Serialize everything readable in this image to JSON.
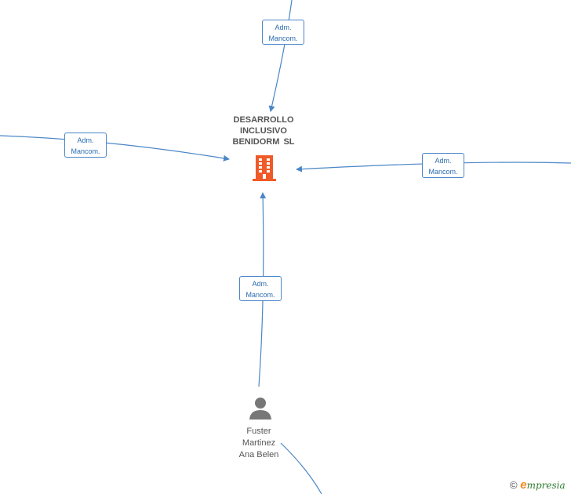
{
  "company": {
    "name_lines": [
      "DESARROLLO",
      "INCLUSIVO",
      "BENIDORM  SL"
    ],
    "icon": "building-icon",
    "icon_color": "#f05a28"
  },
  "person": {
    "name_lines": [
      "Fuster",
      "Martinez",
      "Ana Belen"
    ],
    "icon": "person-icon",
    "icon_color": "#777777"
  },
  "edges": [
    {
      "id": "top",
      "label_line1": "Adm.",
      "label_line2": "Mancom."
    },
    {
      "id": "left",
      "label_line1": "Adm.",
      "label_line2": "Mancom."
    },
    {
      "id": "right",
      "label_line1": "Adm.",
      "label_line2": "Mancom."
    },
    {
      "id": "bottom",
      "label_line1": "Adm.",
      "label_line2": "Mancom."
    }
  ],
  "colors": {
    "edge": "#4a86c8",
    "label_text": "#2b6cb0"
  },
  "watermark": {
    "copyright": "©",
    "brand_initial": "e",
    "brand_rest": "mpresia"
  }
}
